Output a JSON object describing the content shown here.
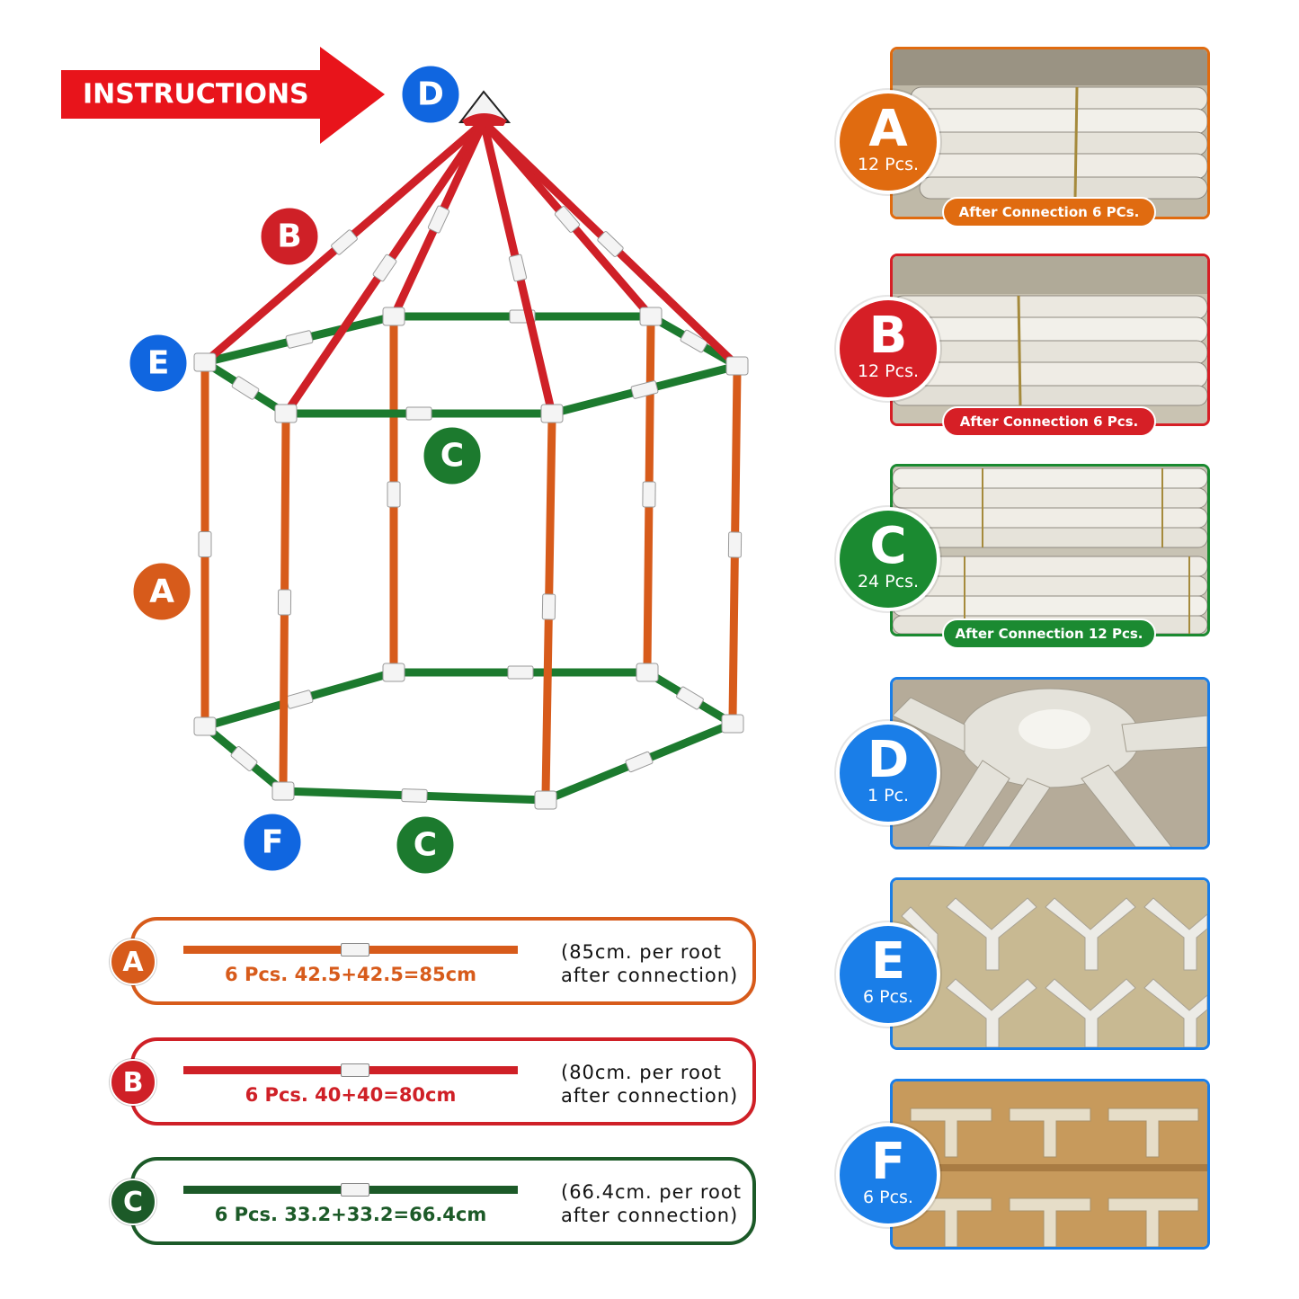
{
  "banner": {
    "label": "INSTRUCTIONS",
    "color": "#e8141b"
  },
  "colors": {
    "A": "#d75b1b",
    "B": "#cf2027",
    "C": "#1c7a2e",
    "blue": "#1066e0"
  },
  "frame_labels": [
    "A",
    "B",
    "C",
    "C",
    "D",
    "E",
    "F"
  ],
  "specs": [
    {
      "letter": "A",
      "text": "6 Pcs. 42.5+42.5=85cm",
      "note1": "(85cm. per root",
      "note2": "after connection)",
      "color": "#d75b1b"
    },
    {
      "letter": "B",
      "text": "6 Pcs. 40+40=80cm",
      "note1": "(80cm. per root",
      "note2": "after connection)",
      "color": "#cf2027"
    },
    {
      "letter": "C",
      "text": "6 Pcs. 33.2+33.2=66.4cm",
      "note1": "(66.4cm. per root",
      "note2": "after connection)",
      "color": "#1c5a28"
    }
  ],
  "parts": [
    {
      "letter": "A",
      "count": "12 Pcs.",
      "after": "After Connection 6 PCs.",
      "color": "#e06b10"
    },
    {
      "letter": "B",
      "count": "12 Pcs.",
      "after": "After Connection 6 Pcs.",
      "color": "#d61f26"
    },
    {
      "letter": "C",
      "count": "24 Pcs.",
      "after": "After Connection 12 Pcs.",
      "color": "#1b8a31"
    },
    {
      "letter": "D",
      "count": "1 Pc.",
      "after": "",
      "color": "#1a7ee8"
    },
    {
      "letter": "E",
      "count": "6 Pcs.",
      "after": "",
      "color": "#1a7ee8"
    },
    {
      "letter": "F",
      "count": "6 Pcs.",
      "after": "",
      "color": "#1a7ee8"
    }
  ]
}
